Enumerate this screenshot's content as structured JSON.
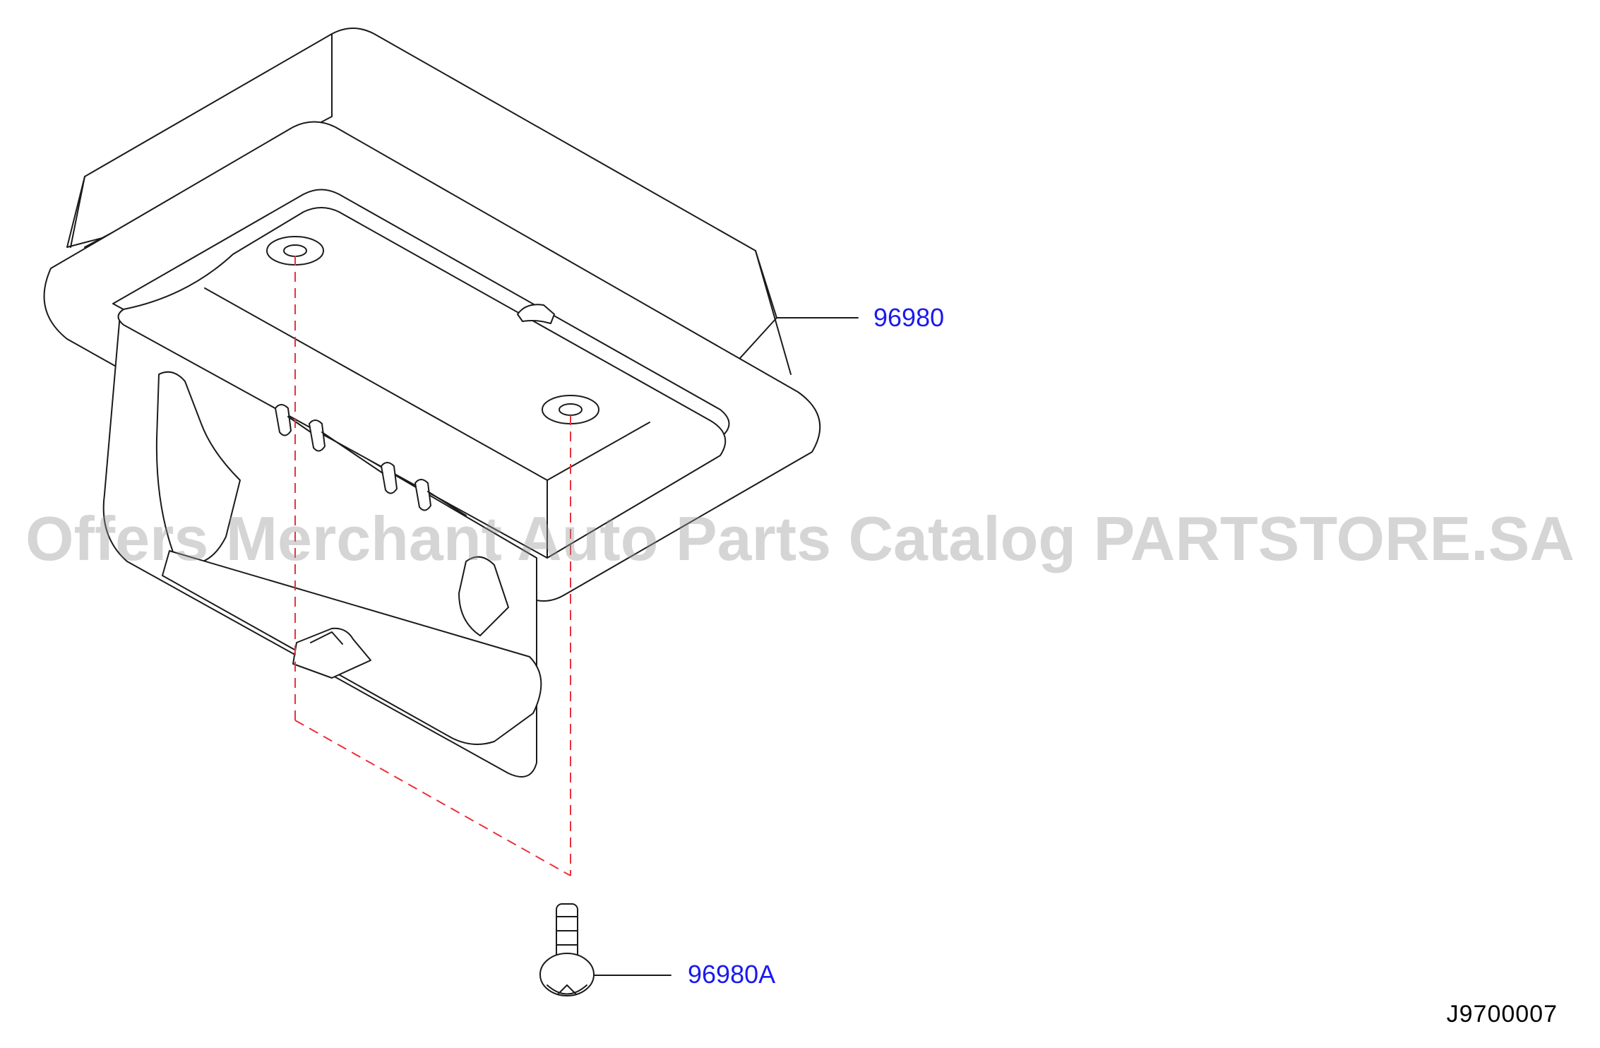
{
  "diagram": {
    "callouts": [
      {
        "id": "main-part",
        "label": "96980"
      },
      {
        "id": "screw",
        "label": "96980A"
      }
    ],
    "reference_code": "J9700007",
    "watermark": "Offers Merchant Auto Parts Catalog PARTSTORE.SA",
    "colors": {
      "callout_text": "#1a1aee",
      "outline": "#1a1a1a",
      "dashed_lines": "#e8323c",
      "watermark": "#969696"
    }
  }
}
